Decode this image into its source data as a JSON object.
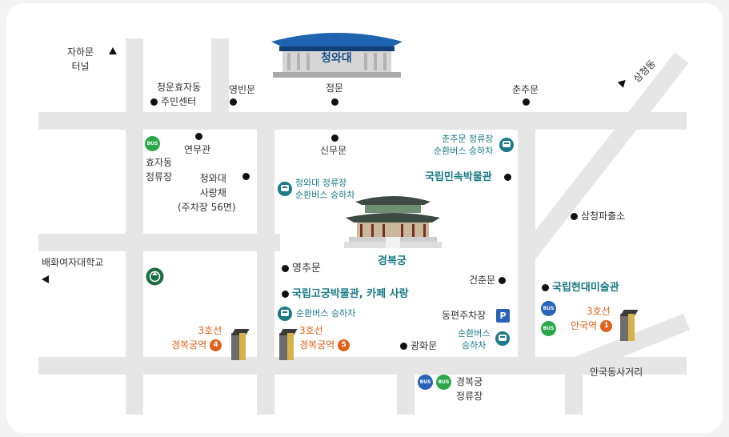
{
  "landmarks": {
    "blue_house": "청와대",
    "gyeongbokgung": "경복궁"
  },
  "labels": {
    "jahamun_tunnel": [
      "자하문",
      "터널"
    ],
    "cheongun_center": [
      "청운효자동",
      "주민센터"
    ],
    "yeongbinmun": "영빈문",
    "jeongmun": "정문",
    "chunchumun": "춘추문",
    "samcheongdong": "삼청동",
    "yeonmugwan": "연무관",
    "hyojadong_stop": [
      "효자동",
      "정류장"
    ],
    "sarangchae": [
      "청와대",
      "사랑채",
      "(주차장 56면)"
    ],
    "sinmumun": "신무문",
    "chunchumun_stop": [
      "춘추문 정류장",
      "순환버스 승하차"
    ],
    "folk_museum": "국립민속박물관",
    "cheongwadae_stop": [
      "청와대 정류장",
      "순환버스 승하차"
    ],
    "police_box": "삼청파출소",
    "ewha_school": "배화여자대학교",
    "yeongchumun": "영추문",
    "palace_museum": "국립고궁박물관, 카페 사랑",
    "geonchunmun": "건춘문",
    "mmca": "국립현대미술관",
    "shuttle_stop": "순환버스 승하차",
    "east_parking": "동편주차장",
    "shuttle_stop2": [
      "순환버스",
      "승하차"
    ],
    "line3_left": [
      "3호선",
      "경복궁역"
    ],
    "line3_mid": [
      "3호선",
      "경복궁역"
    ],
    "line3_right": [
      "3호선",
      "안국역"
    ],
    "gwanghwamun": "광화문",
    "gyeongbokgung_stop": [
      "경복궁",
      "정류장"
    ],
    "anguk_crossroad": "안국동사거리"
  },
  "badges": {
    "bus": "BUS",
    "parking": "P",
    "exit4": "4",
    "exit5": "5",
    "exit1": "1"
  },
  "colors": {
    "teal": "#1a7a86",
    "orange": "#e0611a",
    "road": "#e6e6e6",
    "bus_green": "#2aa84a",
    "bus_blue": "#2b63b8"
  }
}
